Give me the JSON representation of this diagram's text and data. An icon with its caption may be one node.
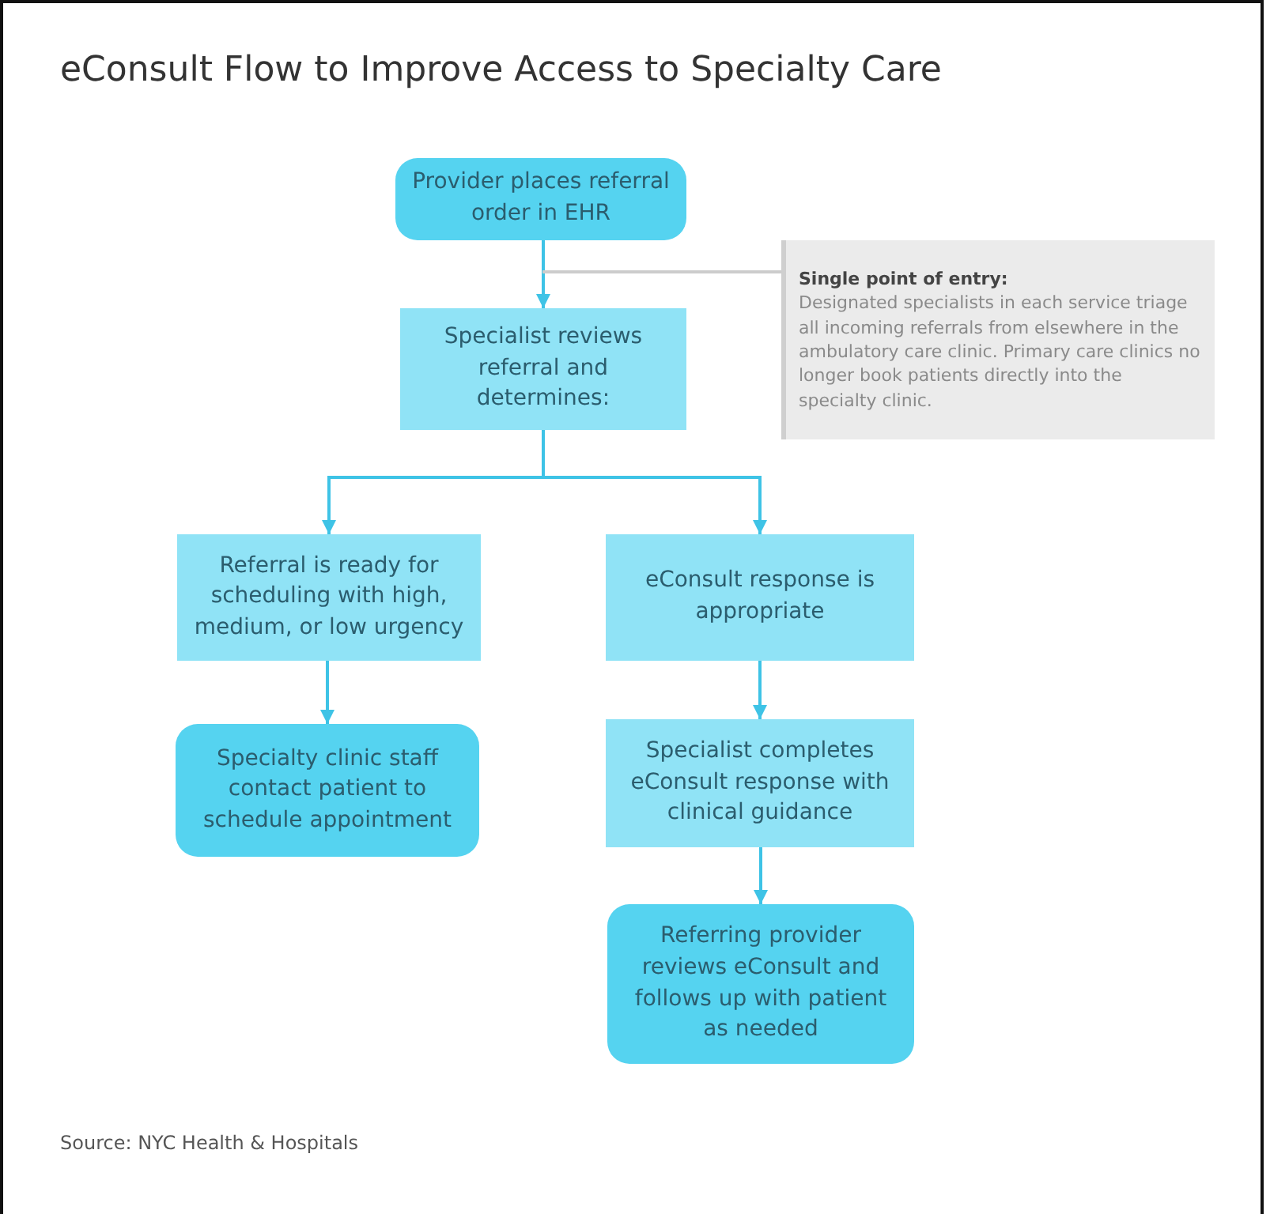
{
  "diagram": {
    "title": "eConsult Flow to Improve Access to Specialty Care",
    "nodes": [
      {
        "text": [
          "Provider places referral order in EHR"
        ]
      },
      {
        "text": [
          "Specialist reviews referral and determines:"
        ]
      },
      {
        "text": [
          "Referral is ready for scheduling with high, medium, or low urgency"
        ]
      },
      {
        "text": [
          "eConsult response is appropriate"
        ]
      },
      {
        "text": [
          "Specialty clinic staff contact patient to schedule appointment"
        ]
      },
      {
        "text": [
          "Specialist completes eConsult response with clinical guidance"
        ]
      },
      {
        "text": [
          "Referring provider reviews eConsult and follows up with patient as needed"
        ]
      },
      {
        "text": [
          "Single point of entry:",
          "Designated specialists in each service triage all incoming referrals from elsewhere in the ambulatory care clinic. Primary care clinics no longer book patients directly into the specialty clinic."
        ]
      }
    ],
    "edges": [
      {
        "from": 0,
        "to": 1,
        "arrow": "to"
      },
      {
        "from": 1,
        "to": 2,
        "arrow": "to"
      },
      {
        "from": 1,
        "to": 3,
        "arrow": "to"
      },
      {
        "from": 2,
        "to": 4,
        "arrow": "to"
      },
      {
        "from": 3,
        "to": 5,
        "arrow": "to"
      },
      {
        "from": 5,
        "to": 6,
        "arrow": "to"
      },
      {
        "from": 7,
        "to": null,
        "arrow": "none",
        "color": "#cccccc"
      }
    ],
    "labels": [
      "Source: NYC Health & Hospitals"
    ]
  }
}
